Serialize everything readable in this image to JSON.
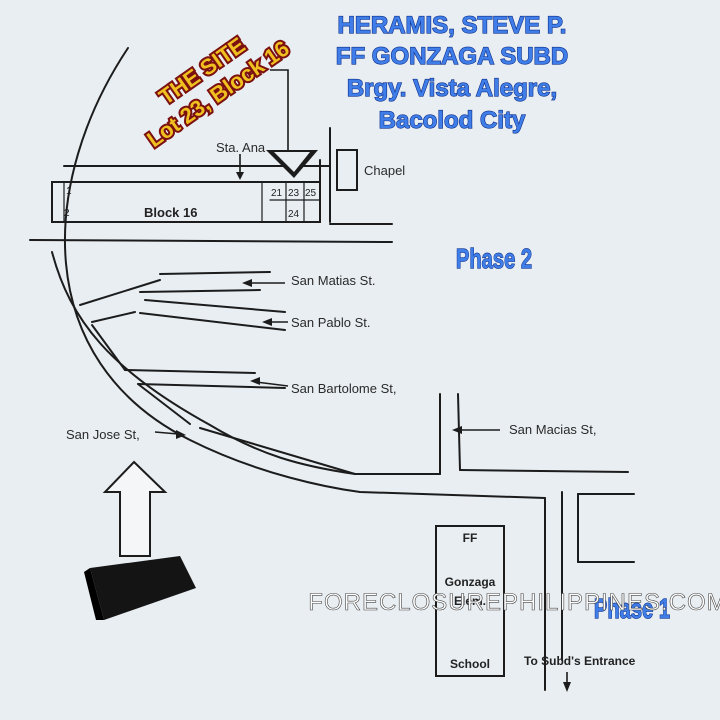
{
  "title": {
    "lines": [
      "HERAMIS, STEVE P.",
      "FF GONZAGA SUBD",
      "Brgy. Vista Alegre,",
      "Bacolod City"
    ],
    "color": "#3f7de8"
  },
  "site": {
    "line1": "THE SITE",
    "line2": "Lot 23, Block 16",
    "color": "#f0c020",
    "shadow_color": "#7a1010"
  },
  "labels": {
    "sta_ana": "Sta. Ana",
    "chapel": "Chapel",
    "block16": "Block 16",
    "lot1": "1",
    "lot2": "2",
    "lot21": "21",
    "lot23": "23",
    "lot24": "24",
    "lot25": "25",
    "san_matias": "San Matias St.",
    "san_pablo": "San Pablo St.",
    "san_bartolome": "San Bartolome St,",
    "san_jose": "San Jose St,",
    "san_macias": "San Macias St,",
    "phase2": "Phase 2",
    "phase1": "Phase 1",
    "school": [
      "FF",
      "Gonzaga",
      "Elem.",
      "School"
    ],
    "entrance": "To Subd's Entrance"
  },
  "watermark": "FORECLOSUREPHILIPPINES.COM",
  "legend_icon": "north-arrow-icon"
}
